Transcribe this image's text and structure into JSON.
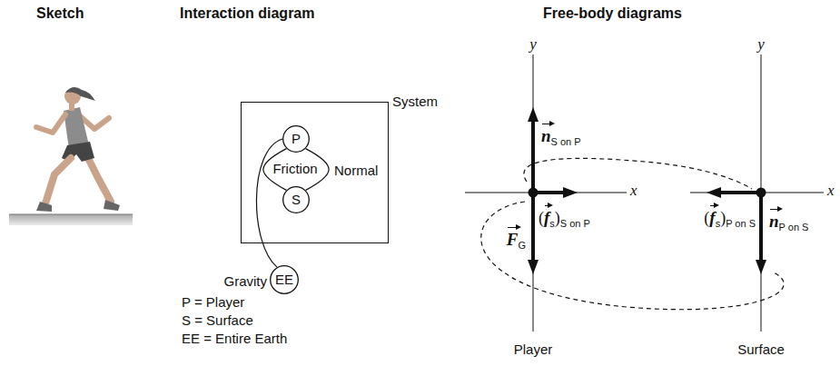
{
  "diagram": {
    "nodes": [
      {
        "text": [
          "System"
        ]
      },
      {
        "text": [
          "P"
        ],
        "in": 0
      },
      {
        "text": [
          "S"
        ],
        "in": 0
      },
      {
        "text": [
          "EE"
        ]
      }
    ],
    "edges": [
      {
        "from": 1,
        "to": 2,
        "arrow": "none",
        "label": "Friction"
      },
      {
        "from": 1,
        "to": 2,
        "arrow": "none",
        "label": "Normal"
      },
      {
        "from": 3,
        "to": 1,
        "arrow": "none",
        "label": "Gravity"
      }
    ],
    "labels": [
      "Sketch",
      "Interaction diagram",
      "Free-body diagrams",
      "P = Player",
      "S = Surface",
      "EE = Entire Earth",
      "y",
      "x",
      "n",
      "S on P",
      "F",
      "G",
      "(",
      "f",
      "s",
      ")",
      "S on P",
      "Player",
      "y",
      "x",
      "(",
      "f",
      "s",
      ")",
      "P on S",
      "n",
      "P on S",
      "Surface"
    ]
  }
}
